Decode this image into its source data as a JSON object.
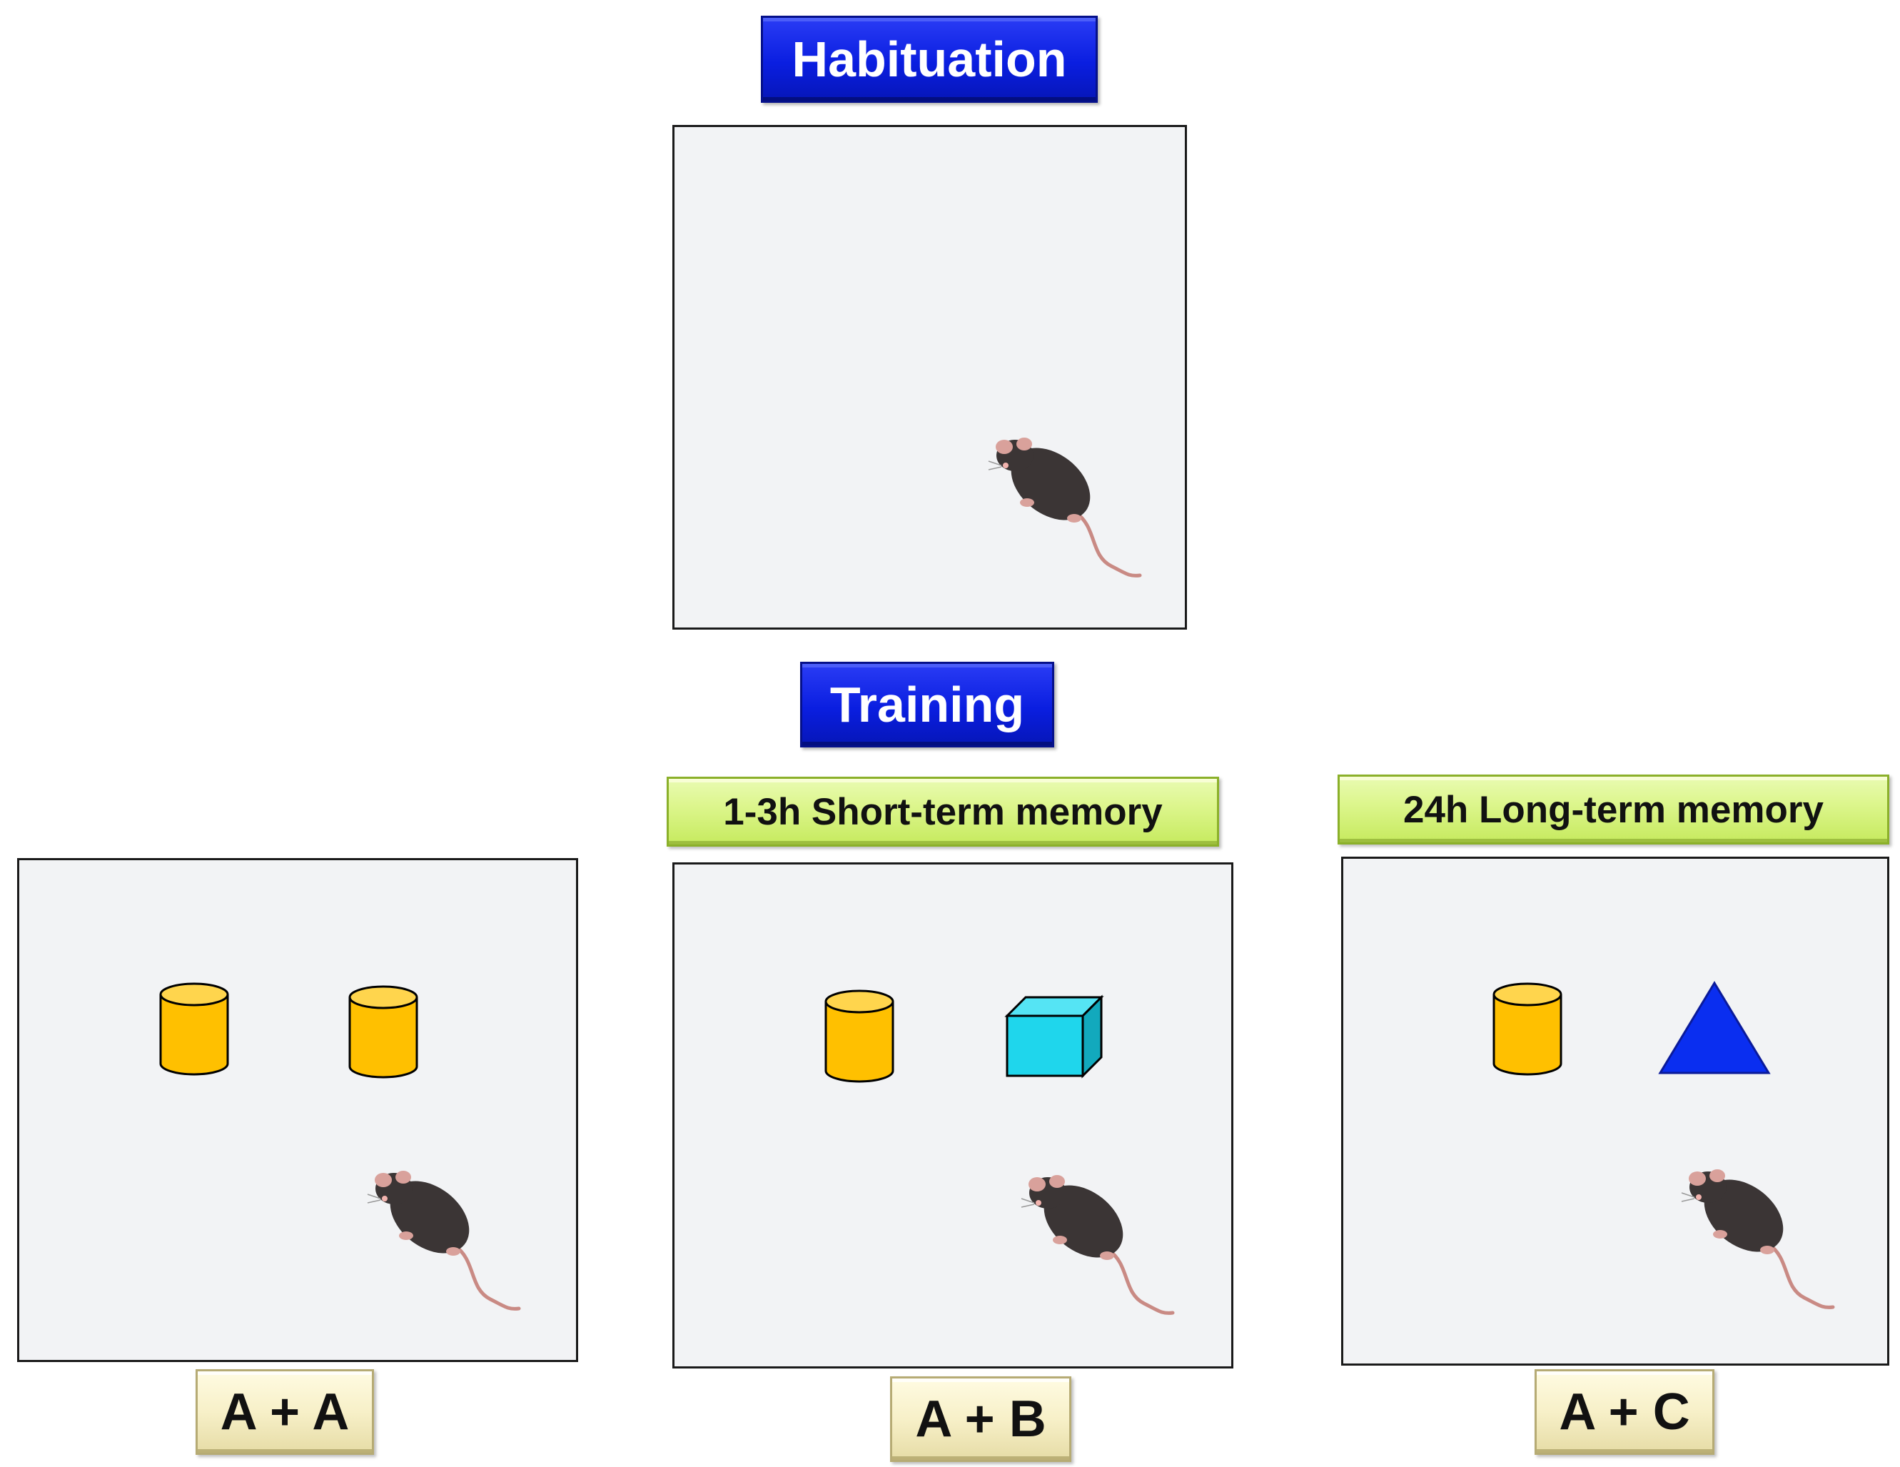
{
  "stages": {
    "habituation": "Habituation",
    "training": "Training"
  },
  "memory_labels": {
    "short_term": "1-3h Short-term memory",
    "long_term": "24h Long-term memory"
  },
  "conditions": {
    "training": "A + A",
    "short_term": "A + B",
    "long_term": "A + C"
  },
  "icons": {
    "object_a": "yellow-cylinder-icon",
    "object_b": "cyan-cube-icon",
    "object_c": "blue-triangle-icon",
    "animal": "mouse-icon"
  },
  "colors": {
    "stage_label": "#0a1ee0",
    "memory_label": "#ddf68e",
    "condition_label": "#f7f0c8",
    "arena_fill": "#f2f3f5",
    "object_a": "#ffc000",
    "object_b": "#1fd6ec",
    "object_c": "#0a2ef0"
  }
}
